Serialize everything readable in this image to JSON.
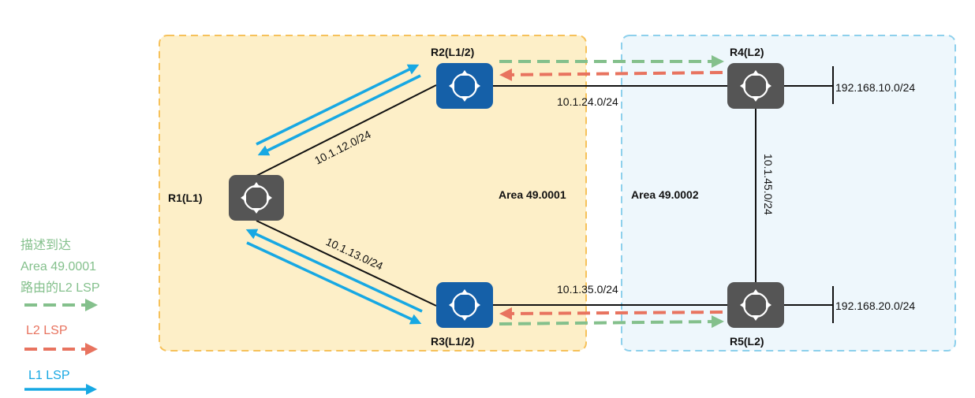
{
  "colors": {
    "area1_fill": "#fdefc8",
    "area1_border": "#f6c15a",
    "area2_fill": "#eef7fc",
    "area2_border": "#8dd0ec",
    "router_blue": "#1560a8",
    "router_gray": "#555555",
    "l1_lsp": "#17a8e3",
    "l2_lsp": "#e8735f",
    "l2_desc": "#84c08c",
    "link": "#111111"
  },
  "areas": {
    "area1": "Area 49.0001",
    "area2": "Area 49.0002"
  },
  "routers": {
    "r1": {
      "label": "R1(L1)",
      "icon": "router-icon"
    },
    "r2": {
      "label": "R2(L1/2)",
      "icon": "router-icon"
    },
    "r3": {
      "label": "R3(L1/2)",
      "icon": "router-icon"
    },
    "r4": {
      "label": "R4(L2)",
      "icon": "router-icon"
    },
    "r5": {
      "label": "R5(L2)",
      "icon": "router-icon"
    }
  },
  "links": {
    "r1_r2": "10.1.12.0/24",
    "r1_r3": "10.1.13.0/24",
    "r2_r4": "10.1.24.0/24",
    "r3_r5": "10.1.35.0/24",
    "r4_r5": "10.1.45.0/24"
  },
  "networks": {
    "n1": "192.168.10.0/24",
    "n2": "192.168.20.0/24"
  },
  "legend": {
    "desc_line1": "描述到达",
    "desc_line2": "Area 49.0001",
    "desc_line3": "路由的L2 LSP",
    "l2": "L2 LSP",
    "l1": "L1 LSP"
  }
}
